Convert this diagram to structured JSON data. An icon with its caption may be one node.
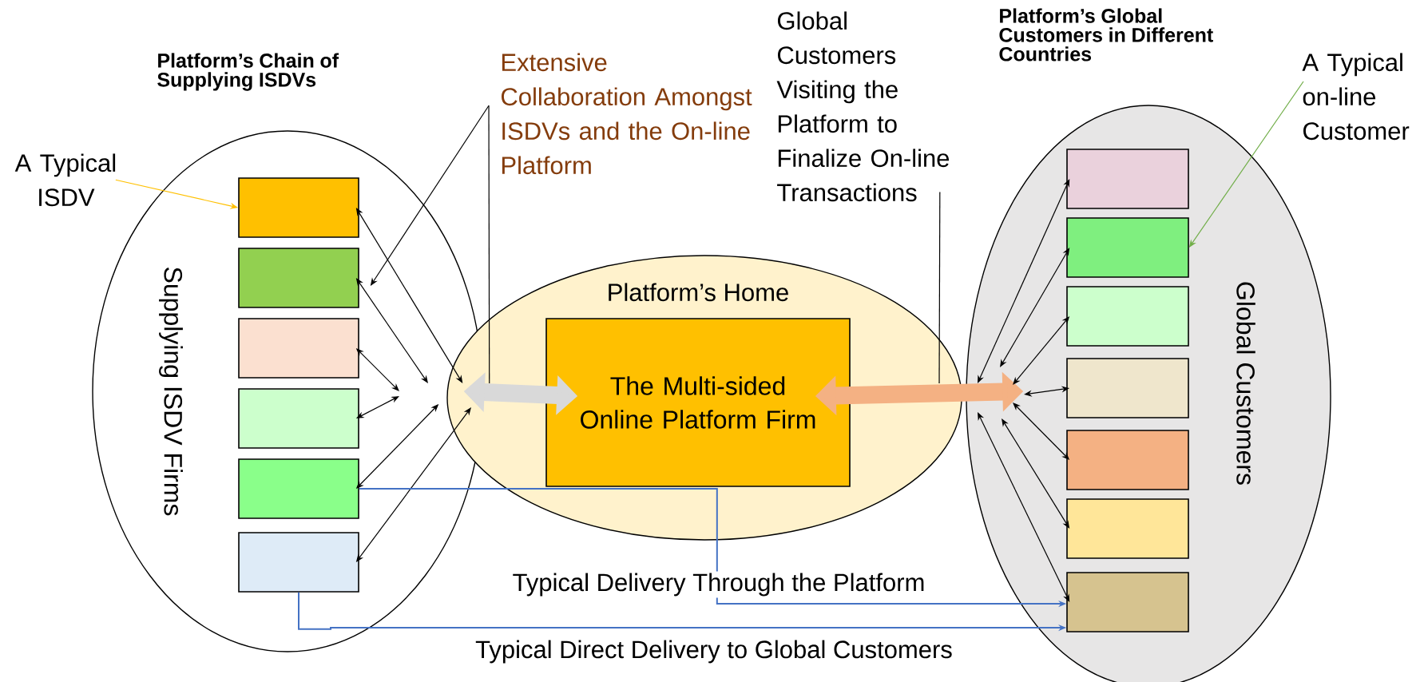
{
  "diagram": {
    "nodes": [
      {
        "text": [
          "Platform’s Chain of Supplying ISDVs",
          "Supplying ISDV Firms"
        ]
      },
      {
        "text": [],
        "shape": "box",
        "in": 0
      },
      {
        "text": [],
        "shape": "box",
        "in": 0
      },
      {
        "text": [],
        "shape": "box",
        "in": 0
      },
      {
        "text": [],
        "shape": "box",
        "in": 0
      },
      {
        "text": [],
        "shape": "box",
        "in": 0
      },
      {
        "text": [],
        "shape": "box",
        "in": 0
      },
      {
        "text": [
          "Platform’s Home"
        ]
      },
      {
        "text": [
          "The Multi-sided Online Platform Firm"
        ],
        "in": 7
      },
      {
        "text": [
          "Platform’s Global Customers in Different Countries",
          "Global Customers"
        ]
      },
      {
        "text": [],
        "shape": "box",
        "in": 9
      },
      {
        "text": [],
        "shape": "box",
        "in": 9
      },
      {
        "text": [],
        "shape": "box",
        "in": 9
      },
      {
        "text": [],
        "shape": "box",
        "in": 9
      },
      {
        "text": [],
        "shape": "box",
        "in": 9
      },
      {
        "text": [],
        "shape": "box",
        "in": 9
      },
      {
        "text": [],
        "shape": "box",
        "in": 9
      },
      {
        "text": [
          "A Typical ISDV"
        ]
      },
      {
        "text": [
          "A Typical on-line Customer"
        ]
      },
      {
        "text": [
          "Extensive Collaboration Amongst ISDVs and the On-line Platform"
        ]
      },
      {
        "text": [
          "Global Customers Visiting the Platform to Finalize On-line Transactions"
        ]
      }
    ],
    "edges": [
      {
        "from": 17,
        "to": 1,
        "arrow": "to",
        "color": "#ffc000"
      },
      {
        "from": 19,
        "to": 2,
        "arrow": "to"
      },
      {
        "from": 19,
        "to": 0,
        "arrow": "none"
      },
      {
        "from": 20,
        "to": null,
        "arrow": "none"
      },
      {
        "from": 18,
        "to": 11,
        "arrow": "to",
        "color": "#70ad47"
      },
      {
        "from": 0,
        "to": 8,
        "arrow": "both",
        "style": "thick",
        "color": "#d9d9d9"
      },
      {
        "from": 8,
        "to": 9,
        "arrow": "both",
        "style": "thick",
        "color": "#f4b183"
      },
      {
        "from": 7,
        "to": 1,
        "arrow": "both"
      },
      {
        "from": null,
        "to": 2,
        "arrow": "both"
      },
      {
        "from": null,
        "to": 3,
        "arrow": "both"
      },
      {
        "from": null,
        "to": 4,
        "arrow": "both"
      },
      {
        "from": 7,
        "to": 5,
        "arrow": "both"
      },
      {
        "from": null,
        "to": 6,
        "arrow": "both"
      },
      {
        "from": null,
        "to": 10,
        "arrow": "both"
      },
      {
        "from": null,
        "to": 11,
        "arrow": "both"
      },
      {
        "from": null,
        "to": 12,
        "arrow": "both"
      },
      {
        "from": null,
        "to": 13,
        "arrow": "both"
      },
      {
        "from": null,
        "to": 14,
        "arrow": "both"
      },
      {
        "from": null,
        "to": 15,
        "arrow": "both"
      },
      {
        "from": null,
        "to": 16,
        "arrow": "both"
      },
      {
        "from": 5,
        "to": 16,
        "arrow": "to",
        "color": "#4472c4",
        "label": "Typical Delivery Through the Platform"
      },
      {
        "from": 6,
        "to": 16,
        "arrow": "to",
        "color": "#4472c4",
        "label": "Typical Direct Delivery to Global Customers"
      }
    ]
  }
}
